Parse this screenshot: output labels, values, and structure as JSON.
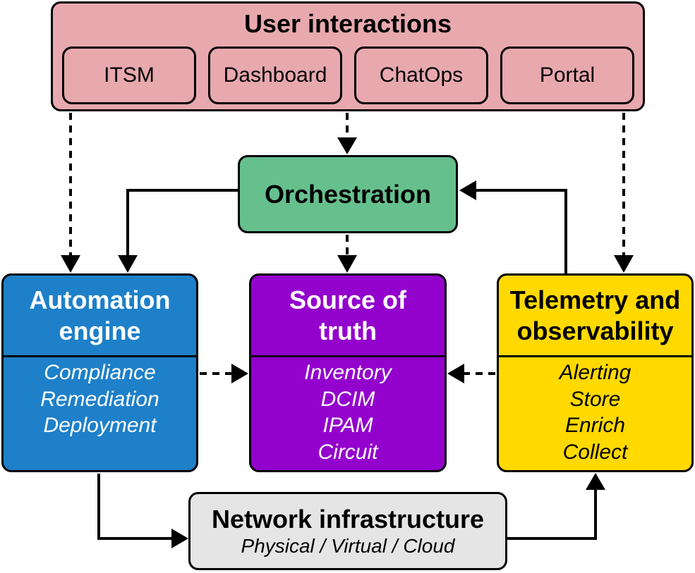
{
  "user_interactions": {
    "title": "User interactions",
    "items": [
      "ITSM",
      "Dashboard",
      "ChatOps",
      "Portal"
    ]
  },
  "orchestration": {
    "title": "Orchestration"
  },
  "automation_engine": {
    "title_lines": [
      "Automation",
      "engine"
    ],
    "items": [
      "Compliance",
      "Remediation",
      "Deployment"
    ]
  },
  "source_of_truth": {
    "title_lines": [
      "Source of",
      "truth"
    ],
    "items": [
      "Inventory",
      "DCIM",
      "IPAM",
      "Circuit"
    ]
  },
  "telemetry": {
    "title_lines": [
      "Telemetry and",
      "observability"
    ],
    "items": [
      "Alerting",
      "Store",
      "Enrich",
      "Collect"
    ]
  },
  "network_infrastructure": {
    "title": "Network infrastructure",
    "subtitle": "Physical / Virtual / Cloud"
  },
  "colors": {
    "user_interactions": "#e8a9ae",
    "orchestration": "#66c08e",
    "automation_engine": "#1e80c9",
    "source_of_truth": "#9302cc",
    "telemetry": "#ffd900",
    "network_infrastructure": "#e5e5e5"
  }
}
